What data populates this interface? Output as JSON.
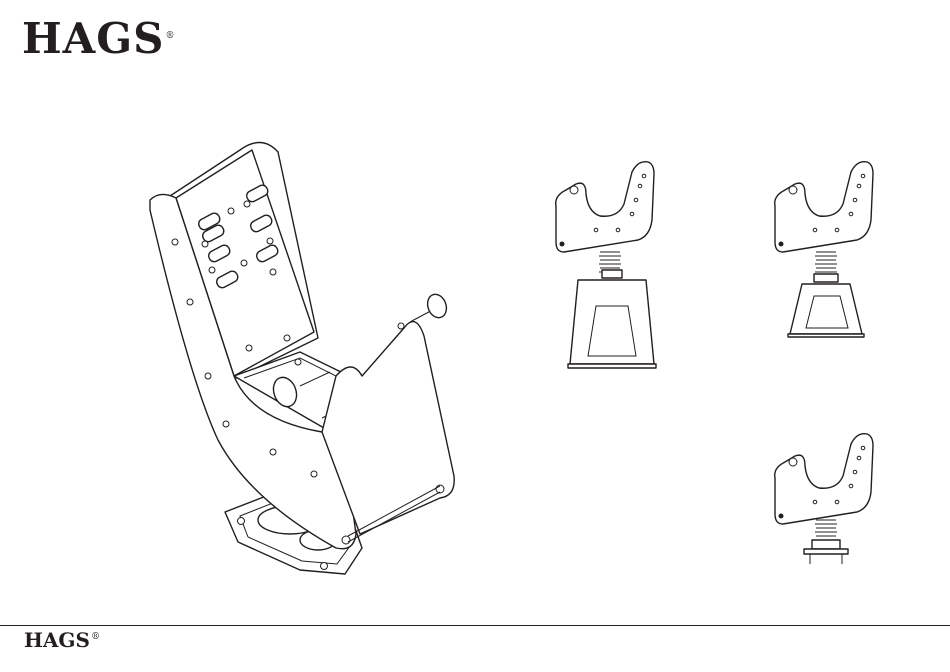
{
  "header": {
    "brand": "HAGS",
    "mark": "®"
  },
  "footer": {
    "brand": "HAGS",
    "mark": "®"
  },
  "colors": {
    "ink": "#231f20",
    "paper": "#ffffff"
  },
  "figures": [
    {
      "name": "spring-seat-assembly-large",
      "icon": "rocker-seat-icon"
    },
    {
      "name": "rocker-on-tall-base",
      "icon": "rocker-tall-base-icon"
    },
    {
      "name": "rocker-on-short-base",
      "icon": "rocker-short-base-icon"
    },
    {
      "name": "rocker-on-flat-plate",
      "icon": "rocker-flat-plate-icon"
    }
  ]
}
